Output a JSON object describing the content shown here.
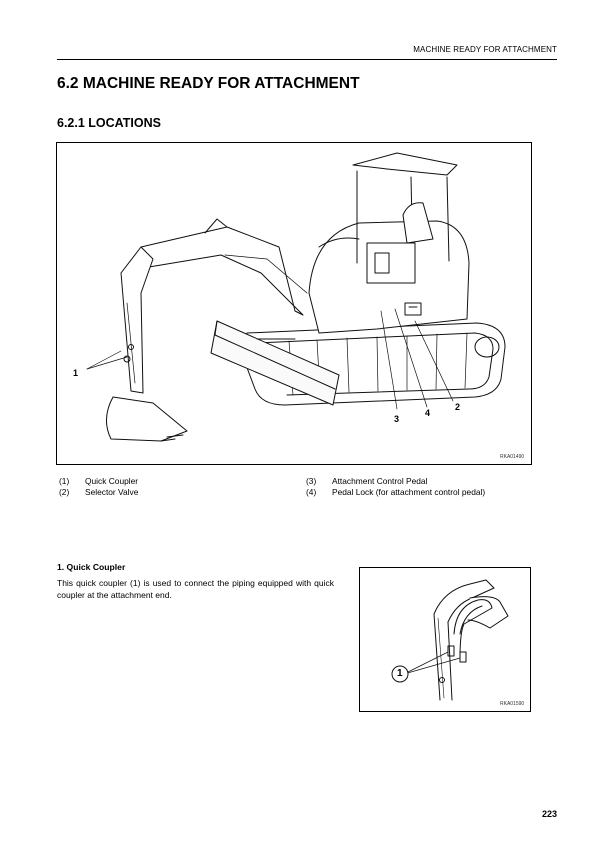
{
  "header": {
    "running_title": "MACHINE READY FOR ATTACHMENT"
  },
  "section": {
    "title": "6.2  MACHINE READY FOR ATTACHMENT",
    "subsection_title": "6.2.1  LOCATIONS"
  },
  "figure_main": {
    "code": "RKA01490",
    "callouts": [
      "1",
      "2",
      "3",
      "4"
    ]
  },
  "legend": {
    "items": [
      {
        "num": "(1)",
        "label": "Quick Coupler"
      },
      {
        "num": "(2)",
        "label": "Selector Valve"
      },
      {
        "num": "(3)",
        "label": "Attachment Control Pedal"
      },
      {
        "num": "(4)",
        "label": "Pedal Lock (for attachment control pedal)"
      }
    ]
  },
  "quick_coupler": {
    "heading": "1.   Quick Coupler",
    "text": "This quick coupler (1) is used to connect the piping equipped with quick coupler at the attachment end."
  },
  "figure_small": {
    "code": "RKA01590",
    "callout": "1"
  },
  "footer": {
    "page_number": "223"
  }
}
